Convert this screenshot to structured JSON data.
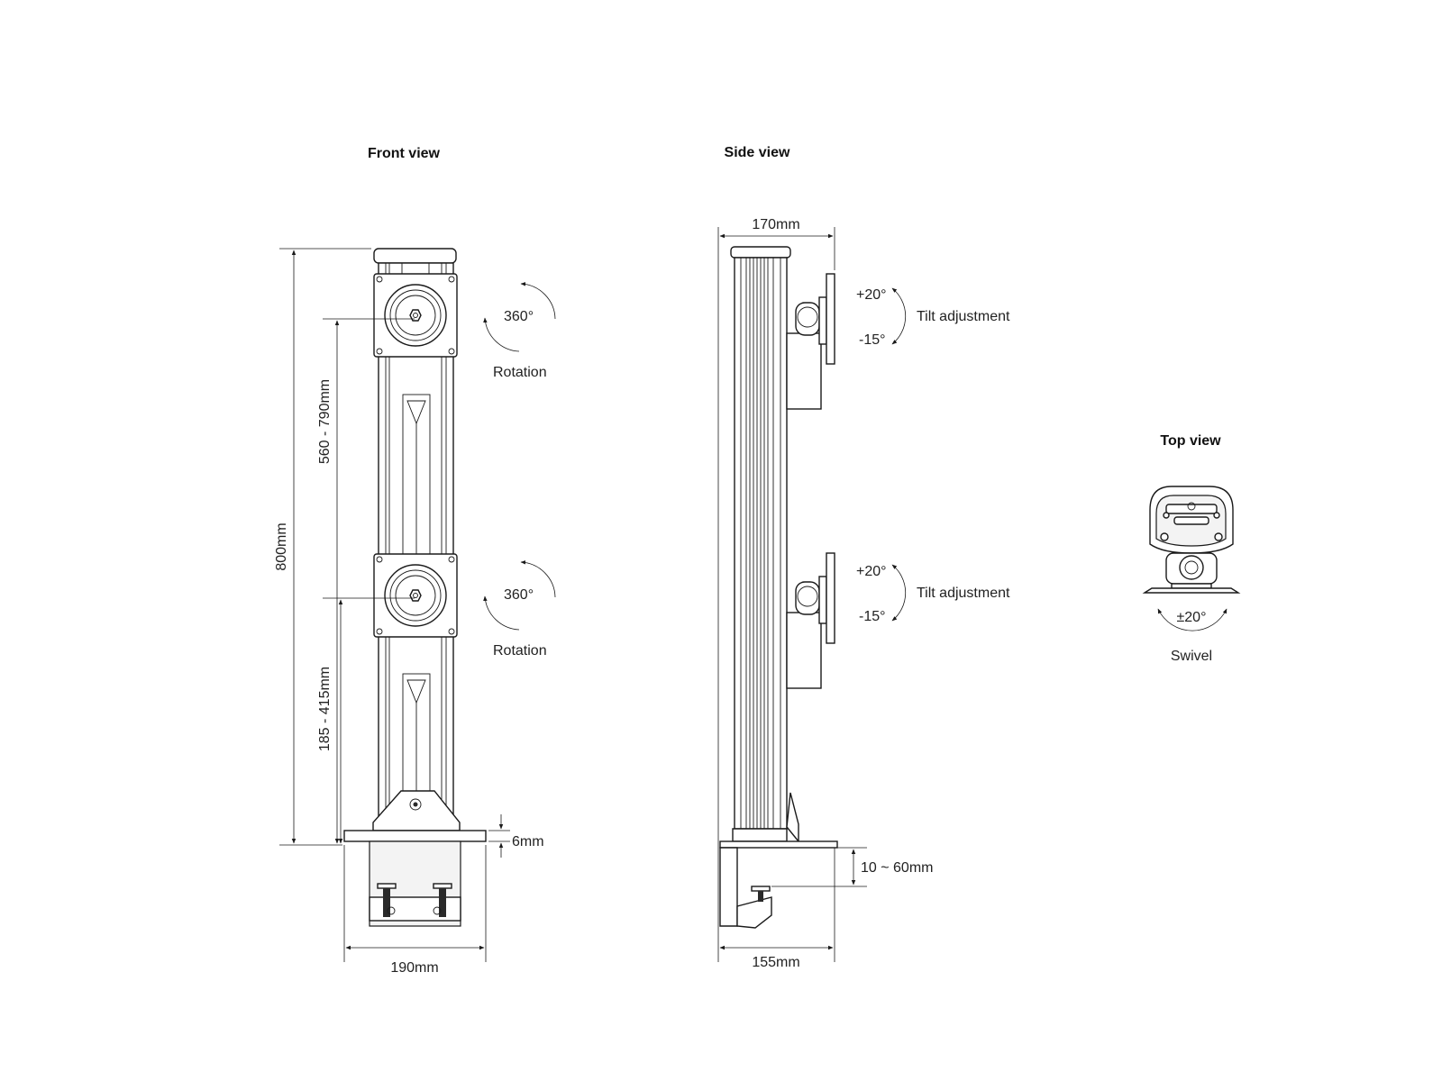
{
  "front": {
    "title": "Front view",
    "dim_height": "800mm",
    "dim_upper": "560 - 790mm",
    "dim_lower": "185 - 415mm",
    "dim_base": "6mm",
    "dim_width": "190mm",
    "upper_rotation": {
      "angle": "360°",
      "label": "Rotation"
    },
    "lower_rotation": {
      "angle": "360°",
      "label": "Rotation"
    }
  },
  "side": {
    "title": "Side view",
    "dim_top": "170mm",
    "dim_clamp": "10 ~ 60mm",
    "dim_bottom": "155mm",
    "upper_tilt": {
      "plus": "+20°",
      "minus": "-15°",
      "label": "Tilt adjustment"
    },
    "lower_tilt": {
      "plus": "+20°",
      "minus": "-15°",
      "label": "Tilt adjustment"
    }
  },
  "top": {
    "title": "Top view",
    "angle": "±20°",
    "label": "Swivel"
  }
}
